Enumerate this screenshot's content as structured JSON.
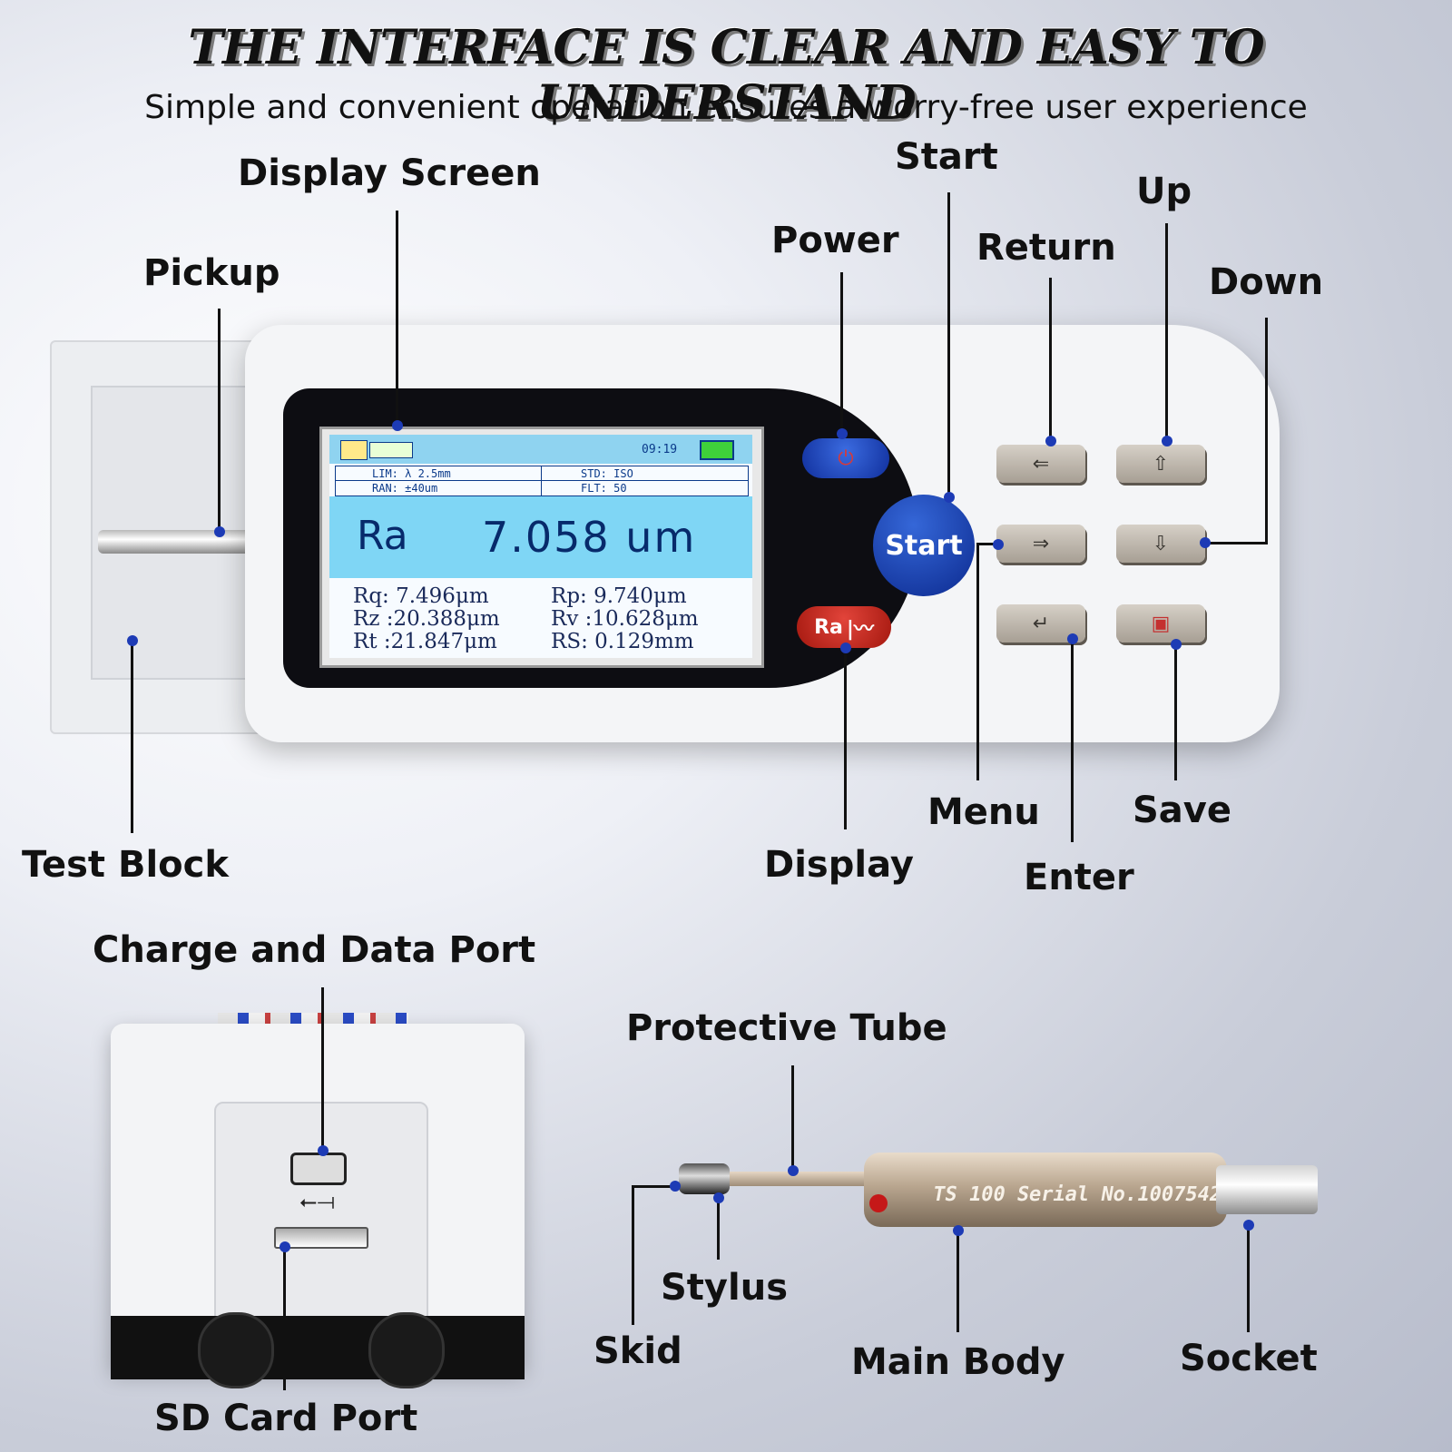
{
  "header": {
    "title": "THE INTERFACE IS CLEAR AND EASY TO UNDERSTAND",
    "subtitle": "Simple and convenient operation ensures a worry-free user experience"
  },
  "labels": {
    "display_screen": "Display Screen",
    "pickup": "Pickup",
    "power": "Power",
    "start": "Start",
    "return": "Return",
    "up": "Up",
    "down": "Down",
    "test_block": "Test Block",
    "menu": "Menu",
    "save": "Save",
    "display": "Display",
    "enter": "Enter",
    "charge_data_port": "Charge and Data Port",
    "protective_tube": "Protective Tube",
    "stylus": "Stylus",
    "skid": "Skid",
    "main_body": "Main Body",
    "socket": "Socket",
    "sd_card_port": "SD Card Port"
  },
  "device": {
    "start_button_label": "Start",
    "ra_button_label": "Ra",
    "screen": {
      "time": "09:19",
      "row1_left": "LIM: λ 2.5mm",
      "row1_right": "STD: ISO",
      "row2_left": "RAN: ±40um",
      "row2_right": "FLT: 50",
      "main_param": "Ra",
      "main_value": "7.058 um",
      "values_left": "Rq: 7.496μm\nRz :20.388μm\nRt :21.847μm",
      "values_right": "Rp: 9.740μm\nRv :10.628μm\nRS: 0.129mm"
    }
  },
  "probe": {
    "engraving": "TS 100 Serial No.1007542"
  },
  "colors": {
    "accent_blue": "#1d3bb5",
    "lcd_blue": "#7fd6f5",
    "start_blue": "#0c2a8f",
    "ra_red": "#c1251a"
  }
}
